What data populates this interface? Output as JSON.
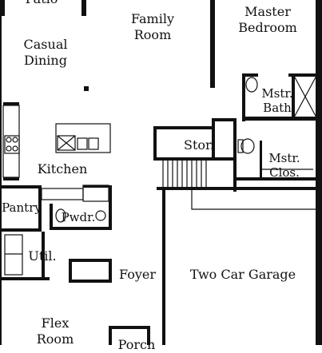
{
  "rooms": {
    "patio": "Patio",
    "family_room": "Family\nRoom",
    "master_bedroom": "Master\nBedroom",
    "casual_dining": "Casual\nDining",
    "mstr_bath": "Mstr.\nBath",
    "stor": "Stor.",
    "mstr_clos": "Mstr.\nClos.",
    "kitchen": "Kitchen",
    "pantry": "Pantry",
    "pwdr": "Pwdr.",
    "util": "Util.",
    "foyer": "Foyer",
    "two_car_garage": "Two Car Garage",
    "flex_room": "Flex\nRoom",
    "porch": "Porch"
  },
  "colors": {
    "wall": "#111111",
    "background": "#ffffff"
  }
}
